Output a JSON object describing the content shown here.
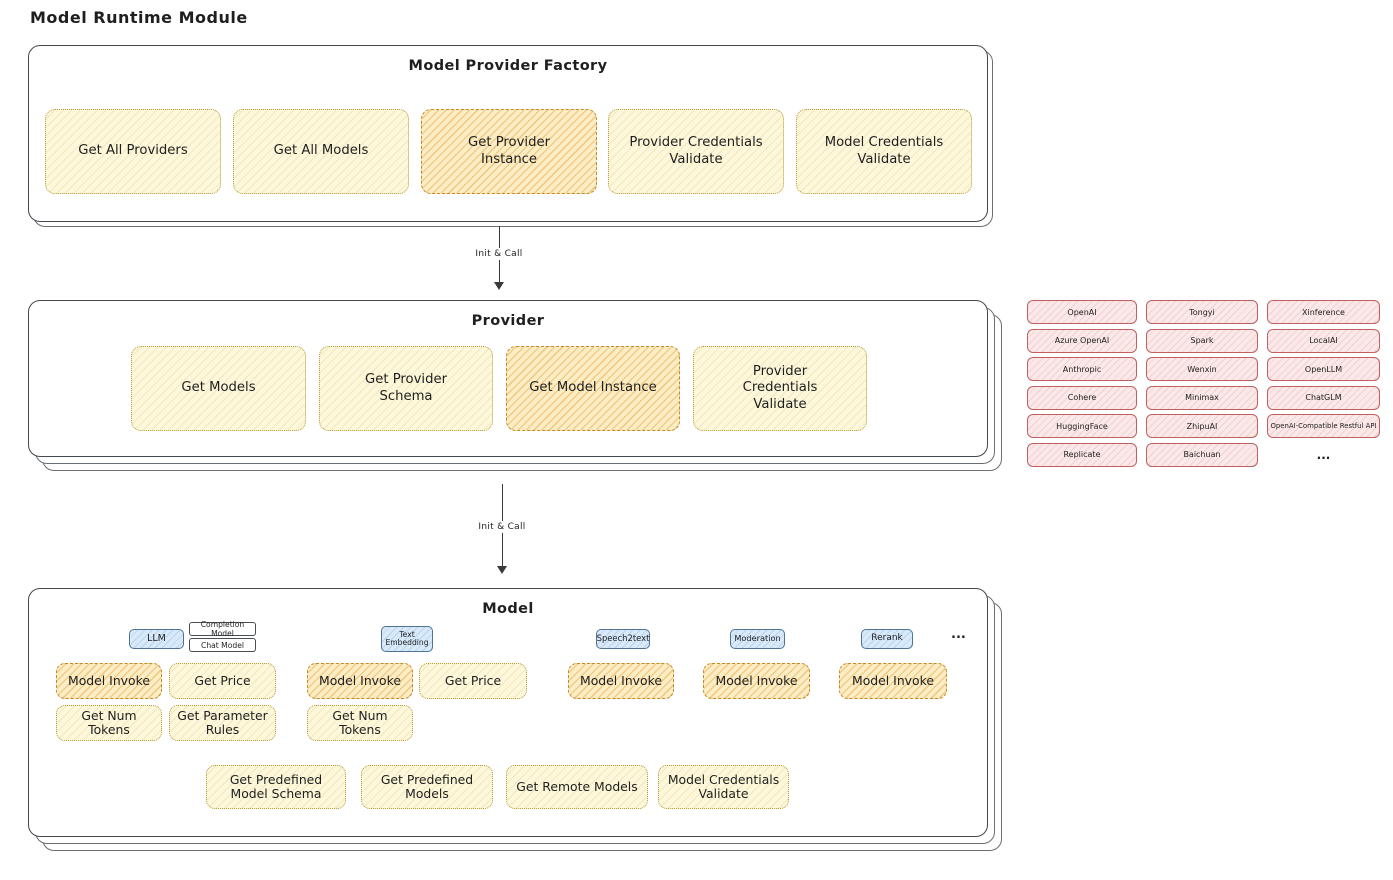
{
  "title": "Model Runtime Module",
  "arrows": {
    "arrow1": "Init & Call",
    "arrow2": "Init & Call"
  },
  "factory": {
    "title": "Model Provider Factory",
    "items": [
      {
        "label": "Get All Providers"
      },
      {
        "label": "Get All Models"
      },
      {
        "label": "Get Provider Instance"
      },
      {
        "label": "Provider Credentials Validate"
      },
      {
        "label": "Model Credentials Validate"
      }
    ]
  },
  "provider": {
    "title": "Provider",
    "items": [
      {
        "label": "Get Models"
      },
      {
        "label": "Get Provider Schema"
      },
      {
        "label": "Get Model Instance"
      },
      {
        "label": "Provider Credentials Validate"
      }
    ]
  },
  "vendors": {
    "rows": [
      [
        "OpenAI",
        "Tongyi",
        "Xinference"
      ],
      [
        "Azure OpenAI",
        "Spark",
        "LocalAI"
      ],
      [
        "Anthropic",
        "Wenxin",
        "OpenLLM"
      ],
      [
        "Cohere",
        "Minimax",
        "ChatGLM"
      ],
      [
        "HuggingFace",
        "ZhipuAI",
        "OpenAI-Compatible Restful API"
      ],
      [
        "Replicate",
        "Baichuan",
        "..."
      ]
    ]
  },
  "model": {
    "title": "Model",
    "tabs": {
      "llm": "LLM",
      "completion": "Completion Model",
      "chat": "Chat Model",
      "text_embedding": "Text Embedding",
      "speech2text": "Speech2text",
      "moderation": "Moderation",
      "rerank": "Rerank",
      "more": "..."
    },
    "functions": {
      "llm_invoke": "Model Invoke",
      "llm_price": "Get Price",
      "llm_tokens": "Get Num Tokens",
      "llm_rules": "Get Parameter Rules",
      "te_invoke": "Model Invoke",
      "te_price": "Get Price",
      "te_tokens": "Get Num Tokens",
      "s2t_invoke": "Model Invoke",
      "mod_invoke": "Model Invoke",
      "rerank_invoke": "Model Invoke"
    },
    "bottom": [
      "Get Predefined Model Schema",
      "Get Predefined Models",
      "Get Remote Models",
      "Model Credentials Validate"
    ]
  },
  "colors": {
    "box_yellow": "#fdf8dc",
    "box_yellow_border": "#b49a3a",
    "box_highlight": "#fbeec6",
    "box_highlight_border": "#c08a2d",
    "vendor_pink": "#fbe9e9",
    "vendor_border": "#c06060",
    "tab_blue": "#d8e9f9",
    "tab_border": "#4f7396",
    "container_border": "#43494e",
    "arrow": "#3a3a3a"
  }
}
